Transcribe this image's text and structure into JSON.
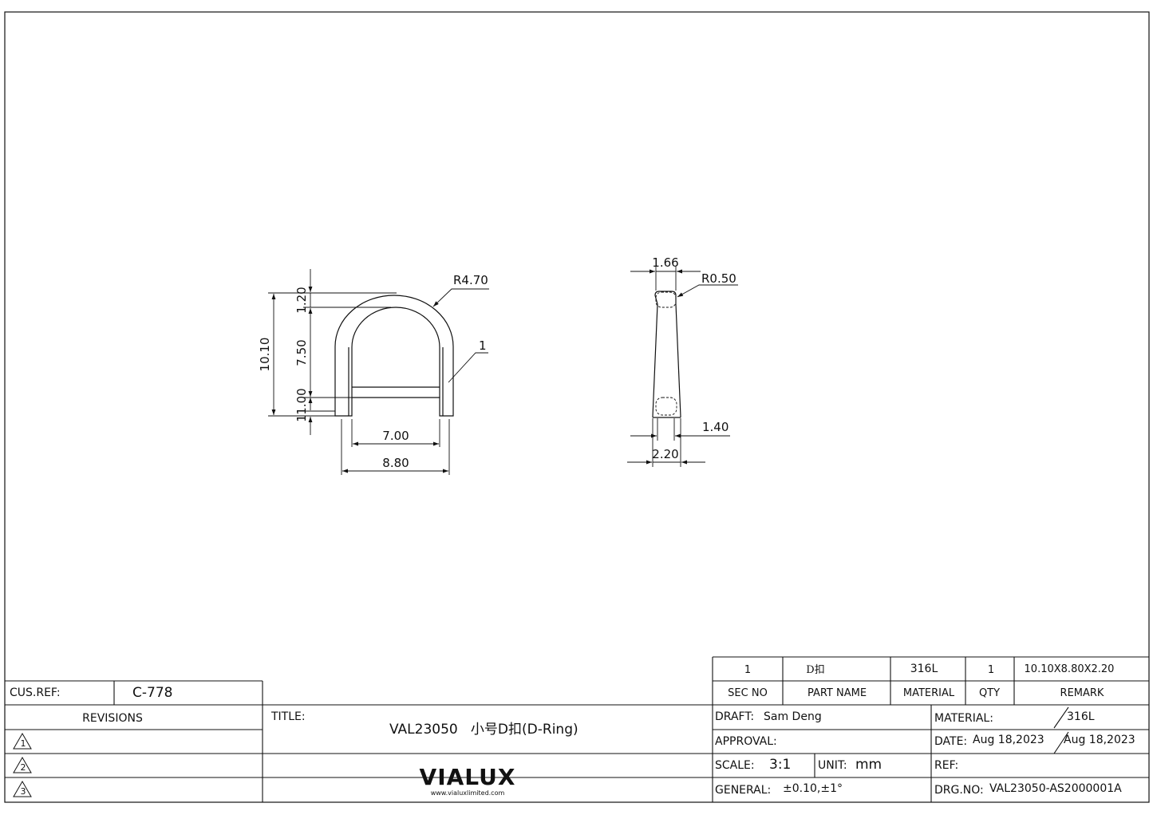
{
  "drawing": {
    "front_view": {
      "dims": {
        "overall_height": "10.10",
        "top_thickness": "1.20",
        "inner_height": "7.50",
        "bar_thickness": "1.00",
        "bottom_gap": "1",
        "radius": "R4.70",
        "inner_width": "7.00",
        "outer_width": "8.80",
        "balloon": "1"
      }
    },
    "side_view": {
      "dims": {
        "top_width": "1.66",
        "radius": "R0.50",
        "bottom_inner": "1.40",
        "bottom_width": "2.20"
      }
    }
  },
  "parts_list": {
    "row": {
      "sec_no": "1",
      "part_name": "D扣",
      "material": "316L",
      "qty": "1",
      "remark": "10.10X8.80X2.20"
    },
    "headers": {
      "sec_no": "SEC NO",
      "part_name": "PART NAME",
      "material": "MATERIAL",
      "qty": "QTY",
      "remark": "REMARK"
    }
  },
  "title_block": {
    "cus_ref_label": "CUS.REF:",
    "cus_ref_value": "C-778",
    "revisions_label": "REVISIONS",
    "revision_marks": [
      "1",
      "2",
      "3"
    ],
    "title_label": "TITLE:",
    "title_value": "VAL23050   小号D扣(D-Ring)",
    "logo_text": "VIALUX",
    "logo_web": "www.vialuxlimited.com",
    "draft_label": "DRAFT:",
    "draft_value": "Sam Deng",
    "approval_label": "APPROVAL:",
    "scale_label": "SCALE:",
    "scale_value": "3:1",
    "unit_label": "UNIT:",
    "unit_value": "mm",
    "general_label": "GENERAL:",
    "general_value": "±0.10,±1°",
    "material_label": "MATERIAL:",
    "material_value": "316L",
    "date_label": "DATE:",
    "date_value1": "Aug 18,2023",
    "date_value2": "Aug 18,2023",
    "ref_label": "REF:",
    "drg_label": "DRG.NO:",
    "drg_value": "VAL23050-AS2000001A"
  }
}
